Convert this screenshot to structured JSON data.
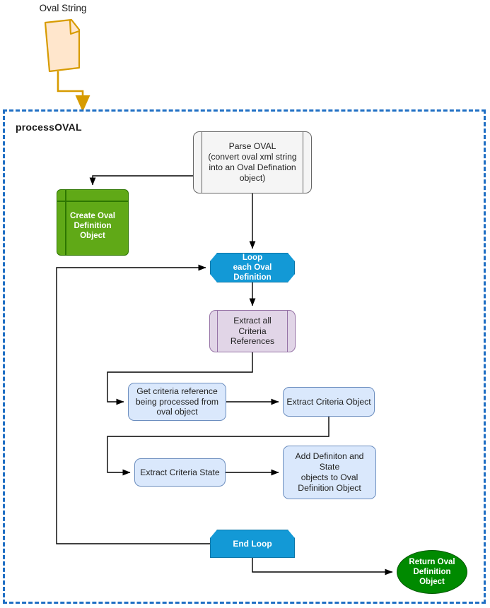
{
  "diagram": {
    "title_note": "Oval String",
    "container_label": "processOVAL",
    "colors": {
      "container_border": "#1f6fc4",
      "document_fill": "#ffe6cc",
      "document_border": "#d79b00",
      "predefined_fill": "#f5f5f5",
      "predefined_border": "#666666",
      "green_card_fill": "#60a917",
      "green_card_border": "#2d7600",
      "loop_fill": "#1399d6",
      "loop_border": "#0b76a8",
      "purple_fill": "#e1d5e7",
      "purple_border": "#9673a6",
      "process_fill": "#dae8fc",
      "process_border": "#6c8ebf",
      "terminator_fill": "#008a00",
      "terminator_border": "#005700",
      "connector": "#000000"
    },
    "nodes": [
      {
        "id": "oval-string",
        "label": "Oval String",
        "shape": "document-note"
      },
      {
        "id": "parse-oval",
        "label": "Parse OVAL\n(convert oval xml string\ninto an Oval Defination\nobject)",
        "shape": "predefined-process"
      },
      {
        "id": "create-oval-definition-object",
        "label": "Create Oval\nDefinition\nObject",
        "shape": "card"
      },
      {
        "id": "loop-each-oval-definition",
        "label": "Loop\neach Oval Definition",
        "shape": "loop-start"
      },
      {
        "id": "extract-all-criteria-references",
        "label": "Extract all\nCriteria\nReferences",
        "shape": "predefined-process"
      },
      {
        "id": "get-criteria-reference",
        "label": "Get criteria reference\nbeing processed from\noval object",
        "shape": "process"
      },
      {
        "id": "extract-criteria-object",
        "label": "Extract Criteria Object",
        "shape": "process"
      },
      {
        "id": "extract-criteria-state",
        "label": "Extract Criteria State",
        "shape": "process"
      },
      {
        "id": "add-definiton-and-state",
        "label": "Add Definiton and State\nobjects to Oval\nDefinition Object",
        "shape": "process"
      },
      {
        "id": "end-loop",
        "label": "End Loop",
        "shape": "loop-end"
      },
      {
        "id": "return-oval-definition-object",
        "label": "Return Oval\nDefinition\nObject",
        "shape": "terminator"
      }
    ],
    "labels": {
      "oval_string": "Oval String",
      "parse_oval_line1": "Parse OVAL",
      "parse_oval_line2": "(convert oval xml string",
      "parse_oval_line3": "into an Oval Defination",
      "parse_oval_line4": "object)",
      "create_line1": "Create Oval",
      "create_line2": "Definition",
      "create_line3": "Object",
      "loop_line1": "Loop",
      "loop_line2": "each Oval Definition",
      "extract_all_line1": "Extract all",
      "extract_all_line2": "Criteria",
      "extract_all_line3": "References",
      "get_crit_line1": "Get criteria reference",
      "get_crit_line2": "being processed from",
      "get_crit_line3": "oval object",
      "extract_criteria_object": "Extract Criteria Object",
      "extract_criteria_state": "Extract Criteria State",
      "add_def_line1": "Add Definiton and State",
      "add_def_line2": "objects to Oval",
      "add_def_line3": "Definition Object",
      "end_loop": "End Loop",
      "return_line1": "Return Oval",
      "return_line2": "Definition",
      "return_line3": "Object"
    },
    "edges": [
      {
        "from": "oval-string",
        "to": "container-processOVAL",
        "color": "#d79b00"
      },
      {
        "from": "parse-oval",
        "to": "create-oval-definition-object",
        "color": "#000000"
      },
      {
        "from": "parse-oval",
        "to": "loop-each-oval-definition",
        "color": "#000000"
      },
      {
        "from": "loop-each-oval-definition",
        "to": "extract-all-criteria-references",
        "color": "#000000"
      },
      {
        "from": "extract-all-criteria-references",
        "to": "get-criteria-reference",
        "color": "#000000"
      },
      {
        "from": "get-criteria-reference",
        "to": "extract-criteria-object",
        "color": "#000000"
      },
      {
        "from": "extract-criteria-object",
        "to": "extract-criteria-state",
        "color": "#000000"
      },
      {
        "from": "extract-criteria-state",
        "to": "add-definiton-and-state",
        "color": "#000000"
      },
      {
        "from": "end-loop",
        "to": "loop-each-oval-definition",
        "color": "#000000"
      },
      {
        "from": "end-loop",
        "to": "return-oval-definition-object",
        "color": "#000000"
      }
    ]
  }
}
